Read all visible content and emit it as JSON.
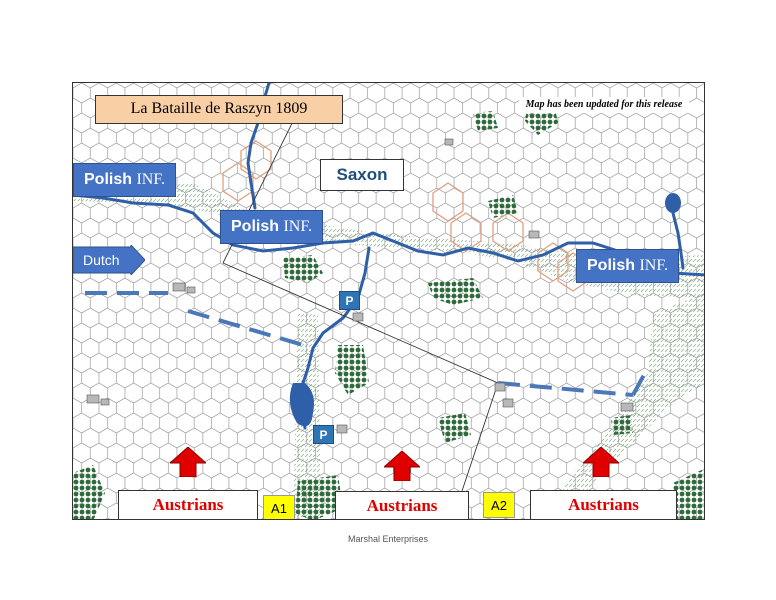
{
  "map": {
    "title": "La Bataille de Raszyn 1809",
    "update_note": "Map has been updated for this release",
    "units": {
      "polish_left": {
        "name": "Polish",
        "suffix": "INF."
      },
      "polish_center": {
        "name": "Polish",
        "suffix": "INF."
      },
      "polish_right": {
        "name": "Polish",
        "suffix": "INF."
      },
      "saxon": "Saxon",
      "dutch": "Dutch"
    },
    "austrians": [
      "Austrians",
      "Austrians",
      "Austrians"
    ],
    "zones": [
      "A1",
      "A2"
    ],
    "parking_label": "P",
    "colors": {
      "unit_blue": "#4472c4",
      "austrian_red": "#e00000",
      "zone_yellow": "#ffff00",
      "river": "#2e5fa8",
      "forest": "#2e6b3a",
      "title_orange": "#f9cfa6"
    }
  },
  "footer": "Marshal Enterprises"
}
